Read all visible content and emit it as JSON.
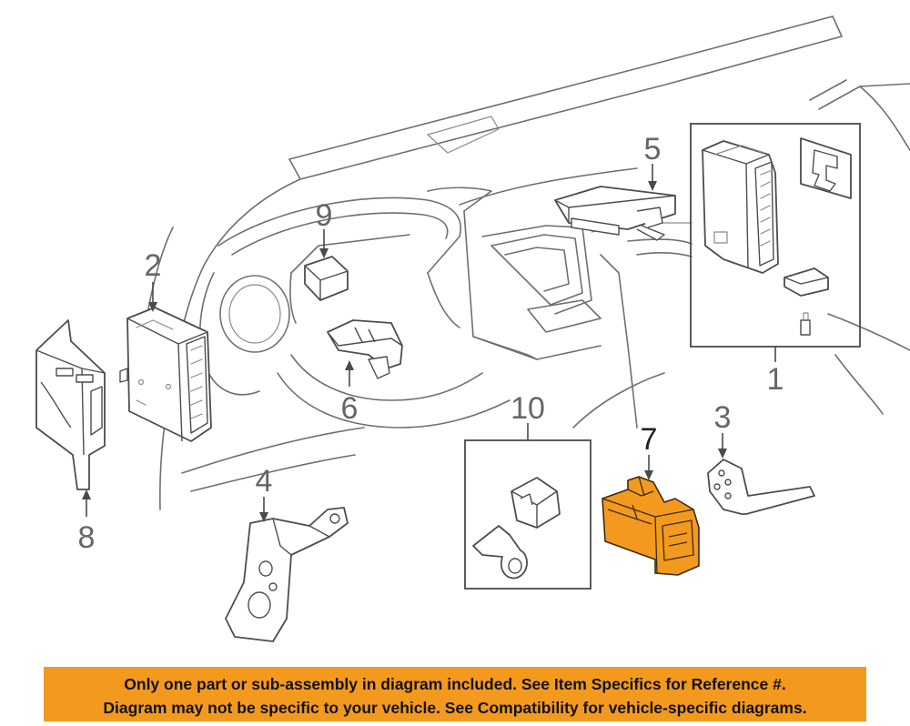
{
  "callouts": {
    "c1": "1",
    "c2": "2",
    "c3": "3",
    "c4": "4",
    "c5": "5",
    "c6": "6",
    "c7": "7",
    "c8": "8",
    "c9": "9",
    "c10": "10"
  },
  "selected_item": "7",
  "colors": {
    "highlight": "#f39a1e",
    "line": "#6f6f6f",
    "banner": "#f39a1e"
  },
  "banner": {
    "line1": "Only one part or sub-assembly in diagram included. See Item Specifics for Reference #.",
    "line2": "Diagram may not be specific to your vehicle. See Compatibility for vehicle-specific diagrams."
  }
}
